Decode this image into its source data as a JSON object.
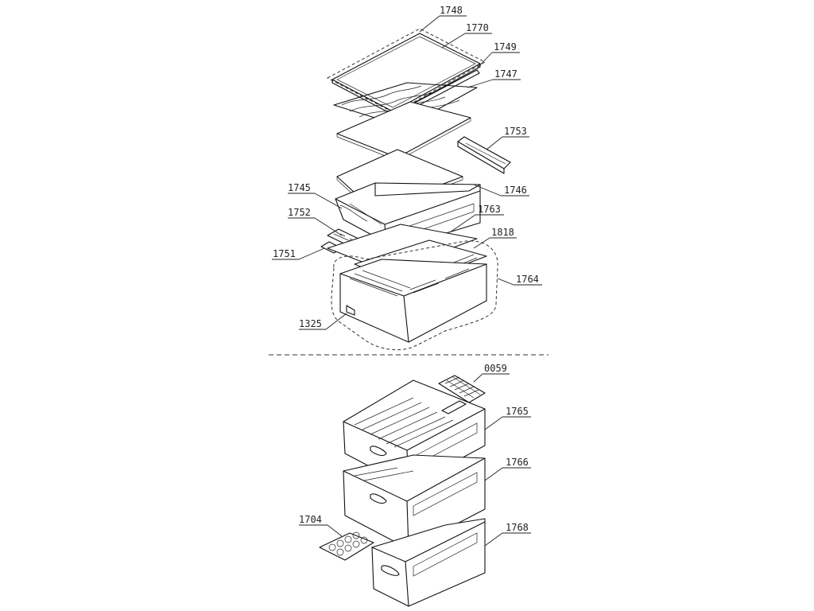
{
  "labels": {
    "p1748": "1748",
    "p1770": "1770",
    "p1749": "1749",
    "p1747": "1747",
    "p1753": "1753",
    "p1745": "1745",
    "p1746": "1746",
    "p1752": "1752",
    "p1763": "1763",
    "p1818": "1818",
    "p1751": "1751",
    "p1764": "1764",
    "p1325": "1325",
    "p0059": "0059",
    "p1765": "1765",
    "p1766": "1766",
    "p1704": "1704",
    "p1768": "1768"
  }
}
